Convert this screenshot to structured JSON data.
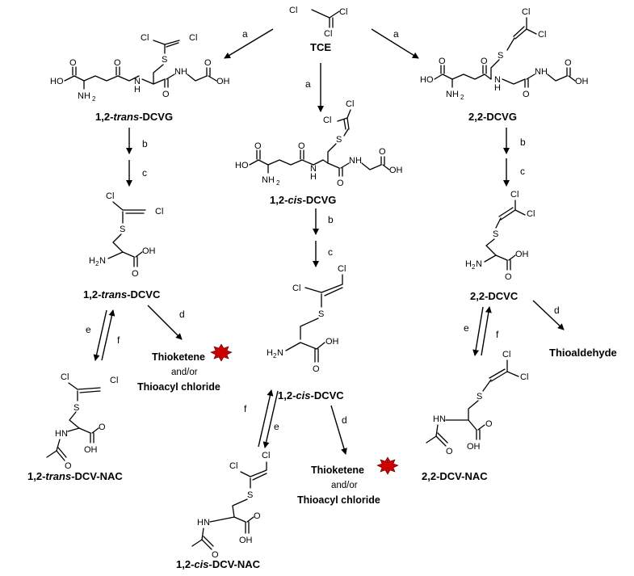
{
  "start": {
    "name": "TCE"
  },
  "compounds": {
    "trans_dcvg": {
      "prefix": "1,2-",
      "italic": "trans",
      "suffix": "-DCVG"
    },
    "cis_dcvg": {
      "prefix": "1,2-",
      "italic": "cis",
      "suffix": "-DCVG"
    },
    "dcvg22": {
      "label": "2,2-DCVG"
    },
    "trans_dcvc": {
      "prefix": "1,2-",
      "italic": "trans",
      "suffix": "-DCVC"
    },
    "cis_dcvc": {
      "prefix": "1,2-",
      "italic": "cis",
      "suffix": "-DCVC"
    },
    "dcvc22": {
      "label": "2,2-DCVC"
    },
    "trans_nac": {
      "prefix": "1,2-",
      "italic": "trans",
      "suffix": "-DCV-NAC"
    },
    "cis_nac": {
      "prefix": "1,2-",
      "italic": "cis",
      "suffix": "-DCV-NAC"
    },
    "nac22": {
      "label": "2,2-DCV-NAC"
    }
  },
  "products": {
    "thioketene": "Thioketene",
    "andor": "and/or",
    "thioacyl": "Thioacyl chloride",
    "thioaldehyde": "Thioaldehyde"
  },
  "steps": {
    "a": "a",
    "b": "b",
    "c": "c",
    "d": "d",
    "e": "e",
    "f": "f"
  },
  "atoms": {
    "cl": "Cl",
    "s": "S",
    "o": "O",
    "oh": "OH",
    "ho": "HO",
    "nh": "NH",
    "h": "H",
    "n": "N",
    "nh2": "NH",
    "h2n": "H",
    "two": "2",
    "hn": "HN"
  },
  "colors": {
    "burst": "#cc0000"
  }
}
